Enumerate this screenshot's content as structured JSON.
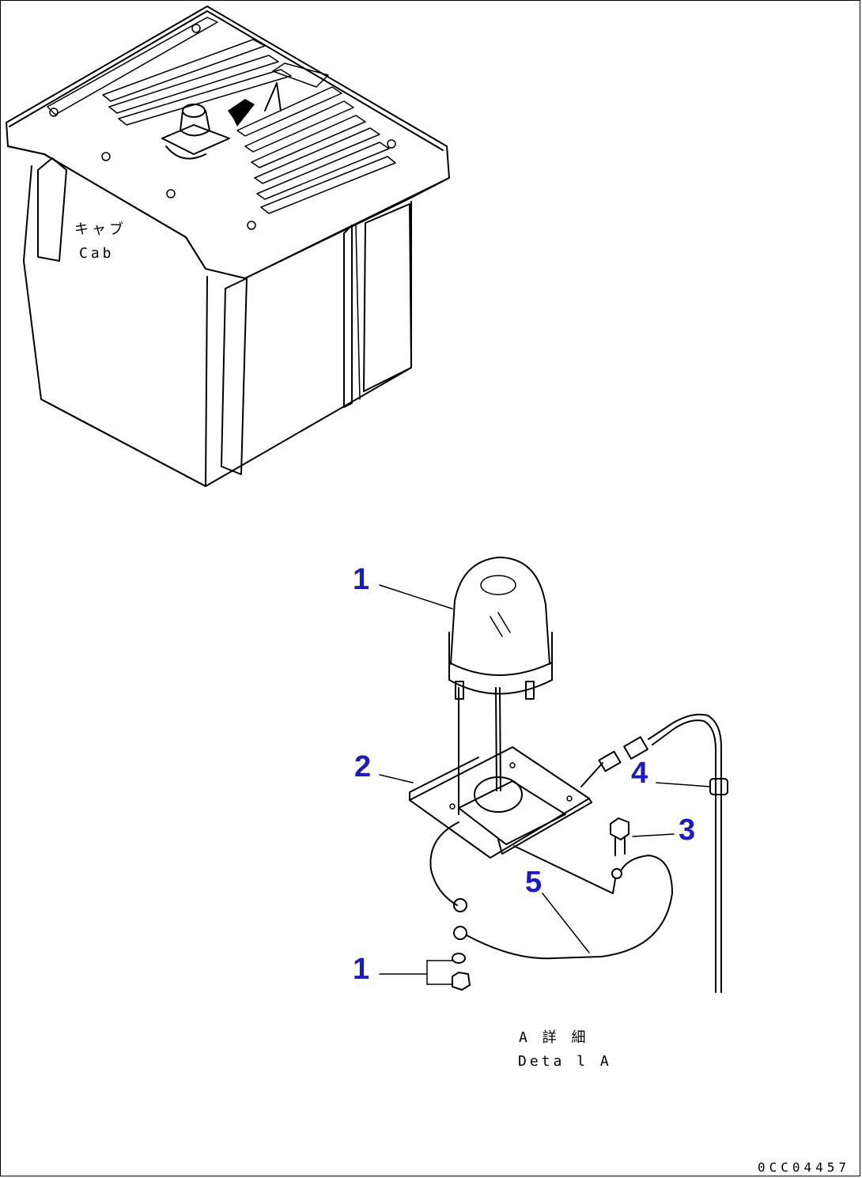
{
  "cab_label": {
    "jp": "キャブ",
    "en": "Cab"
  },
  "detail_marker": "A",
  "detail_caption": {
    "jp": "A 詳 細",
    "en": "Deta l A"
  },
  "callouts": [
    {
      "id": "1-lamp",
      "text": "1"
    },
    {
      "id": "2-bracket",
      "text": "2"
    },
    {
      "id": "3-bolt",
      "text": "3"
    },
    {
      "id": "4-harness",
      "text": "4"
    },
    {
      "id": "5-ground-cable",
      "text": "5"
    },
    {
      "id": "1-hardware",
      "text": "1"
    }
  ],
  "drawing_code": "0CC04457",
  "colors": {
    "callout": "#1a1acc",
    "line": "#000000",
    "background": "#ffffff"
  }
}
